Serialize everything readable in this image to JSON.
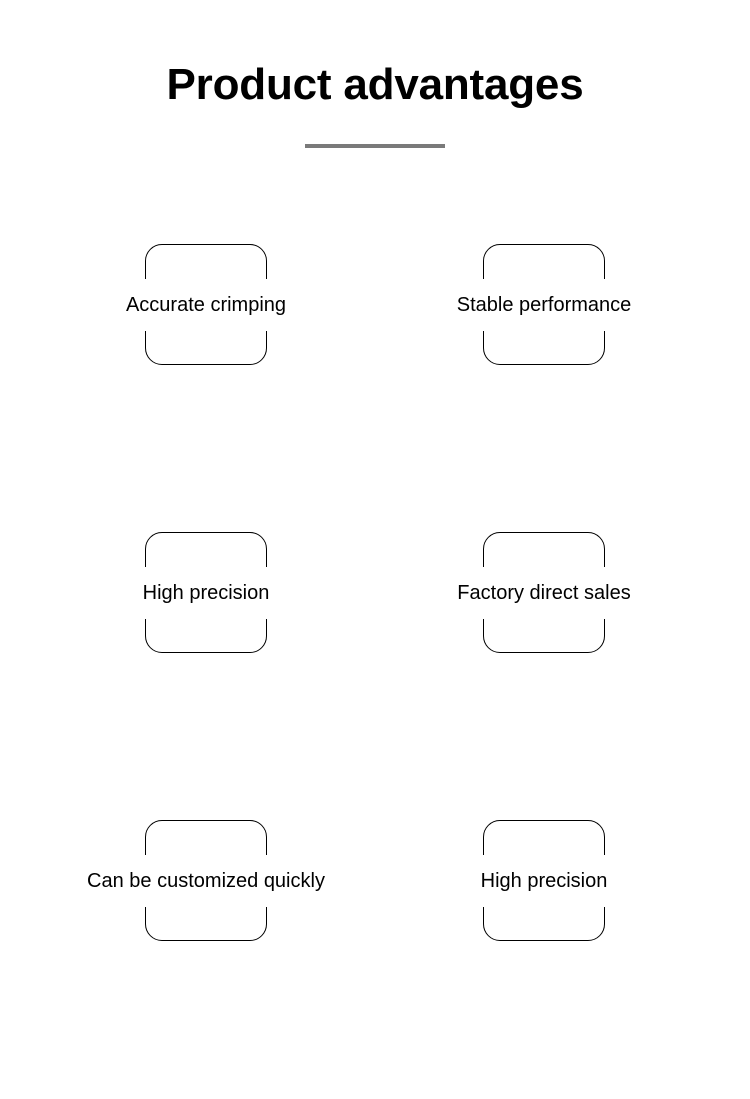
{
  "header": {
    "title": "Product advantages",
    "divider_color": "#7a7a7a"
  },
  "theme": {
    "background": "#ffffff",
    "text_color": "#000000",
    "card_border_color": "#000000",
    "divider_color": "#7a7a7a"
  },
  "advantages": {
    "rows": [
      {
        "cards": [
          {
            "label": "Accurate crimping"
          },
          {
            "label": "Stable performance"
          }
        ]
      },
      {
        "cards": [
          {
            "label": "High precision"
          },
          {
            "label": "Factory direct sales"
          }
        ]
      },
      {
        "cards": [
          {
            "label": "Can be customized quickly"
          },
          {
            "label": "High precision"
          }
        ]
      }
    ]
  }
}
